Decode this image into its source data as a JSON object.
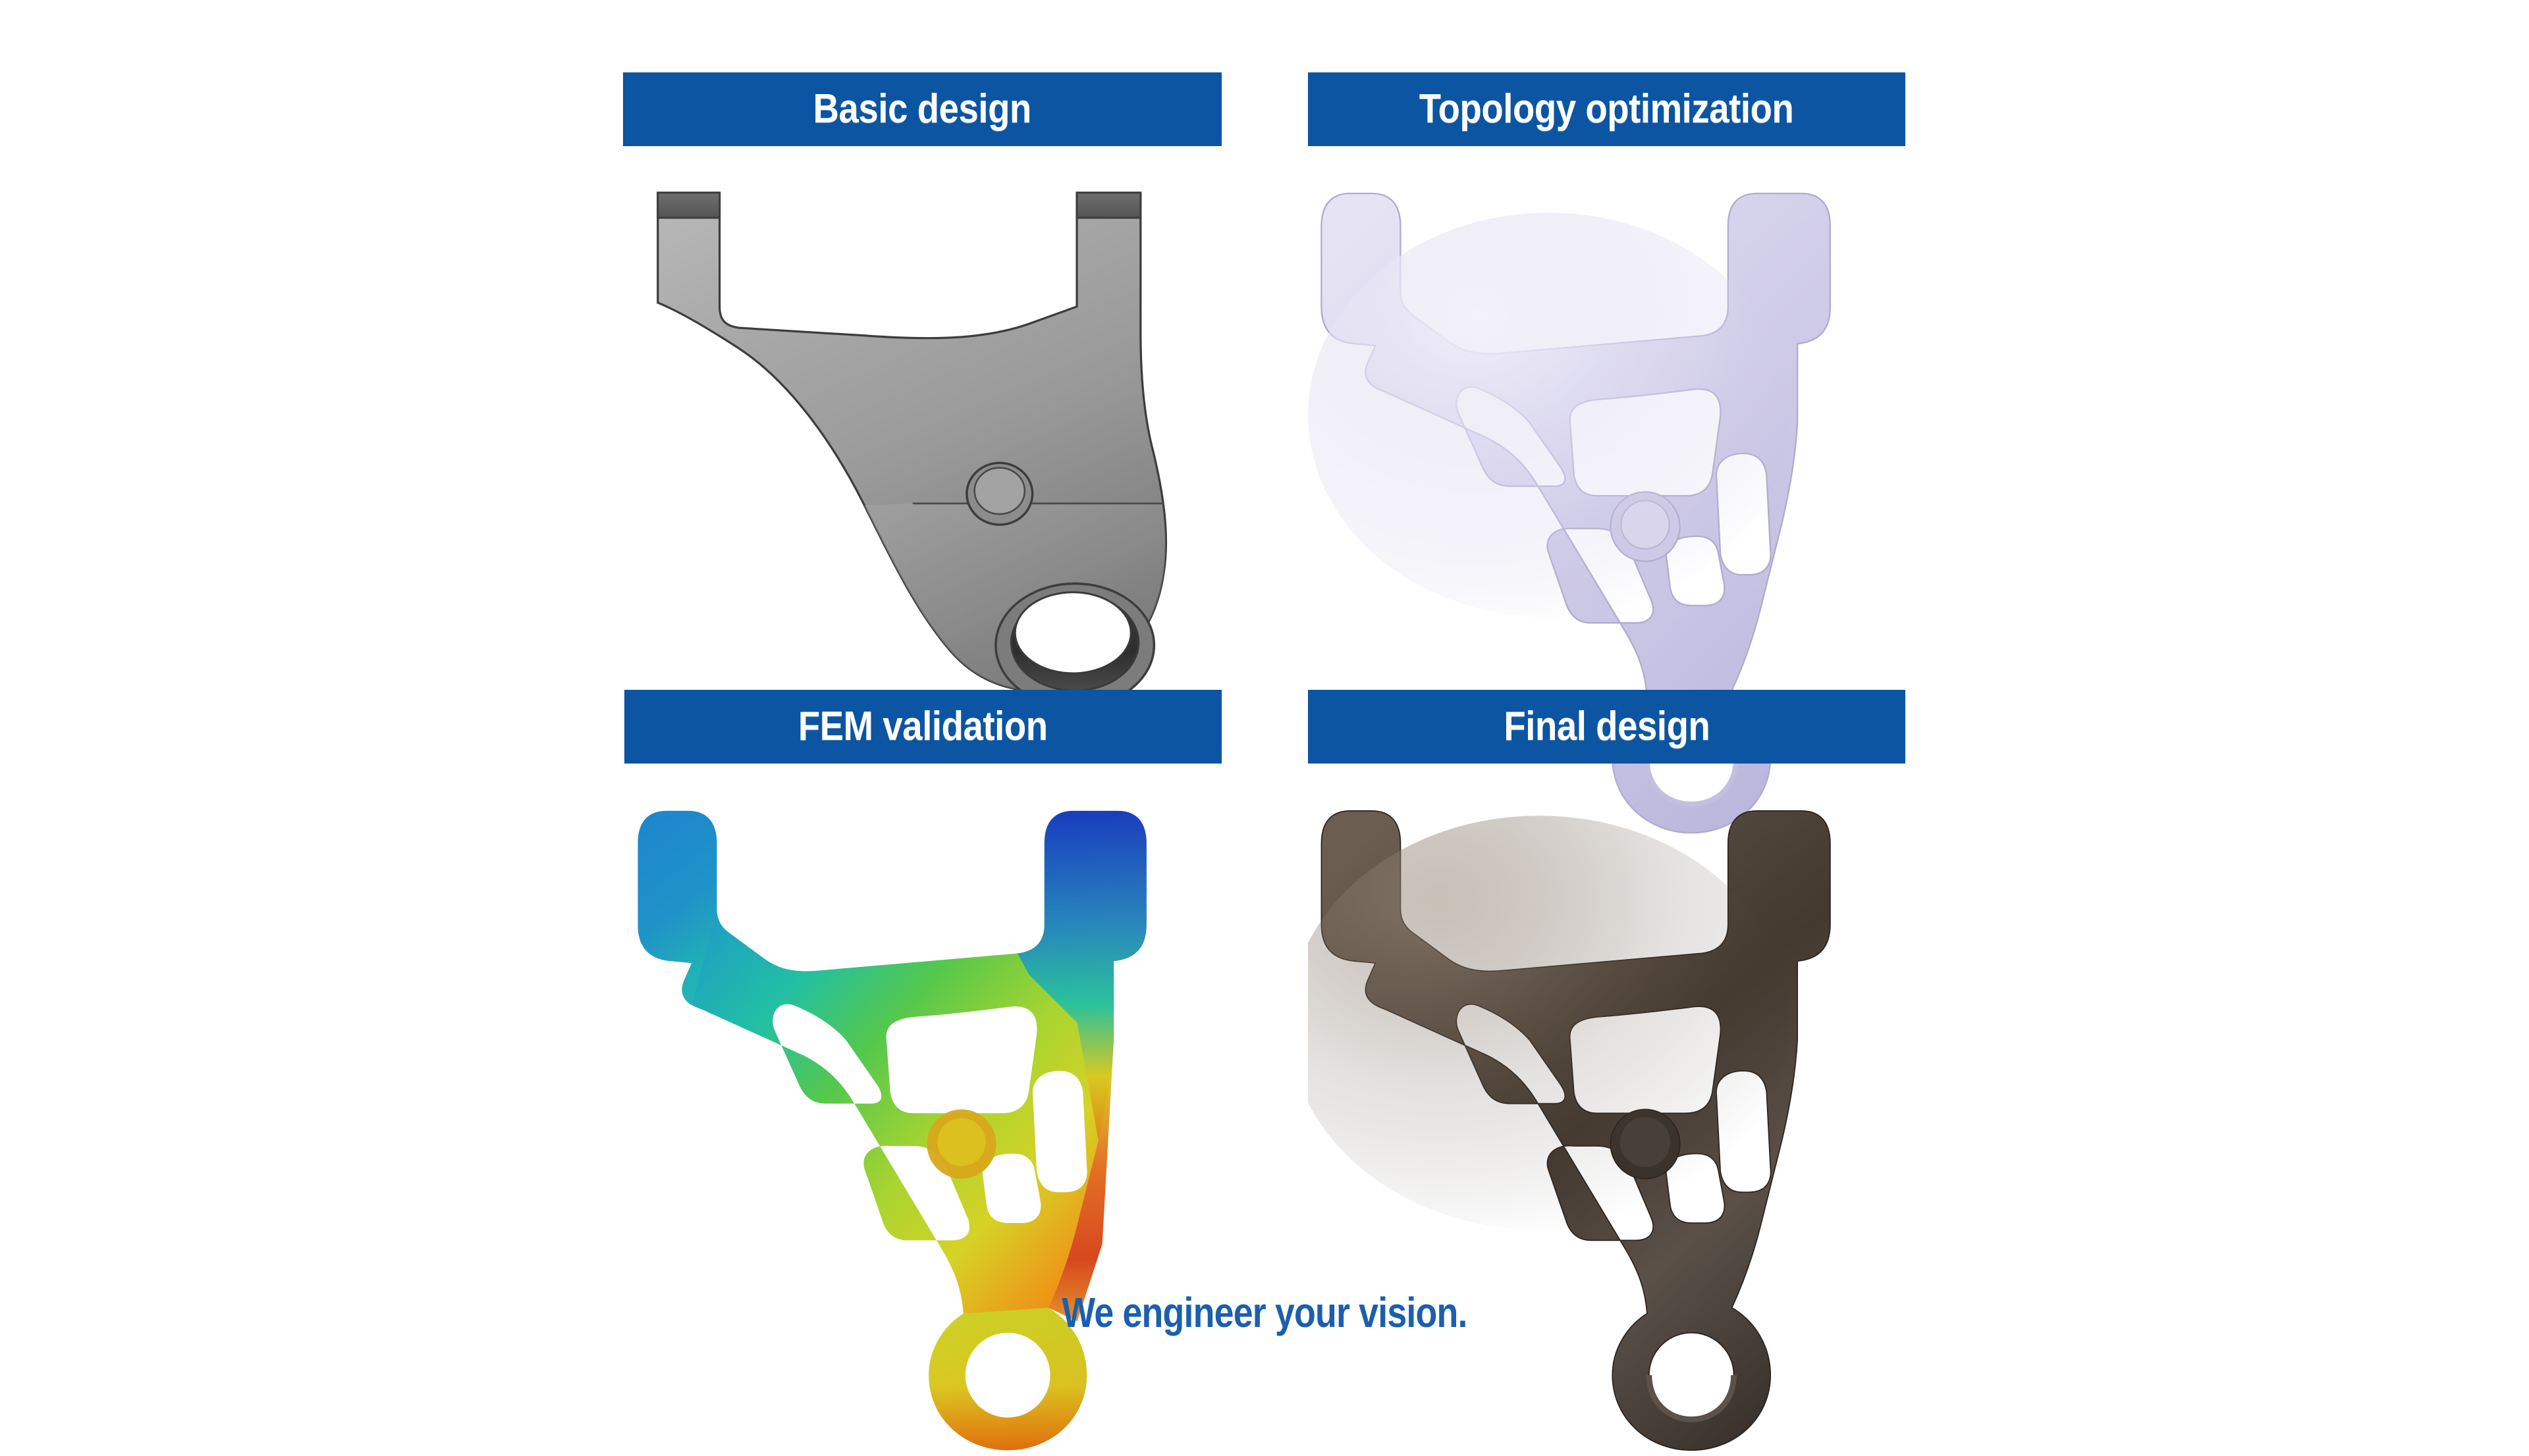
{
  "meta": {
    "background_color": "#ffffff",
    "accent_blue": "#0b55a2",
    "tagline_blue": "#1b5fae"
  },
  "panels": [
    {
      "id": "basic",
      "title": "Basic design",
      "render_style": "solid-gray-cad",
      "body_color": "#9a9a9a",
      "edge_color": "#3d3d3d"
    },
    {
      "id": "topology",
      "title": "Topology optimization",
      "render_style": "lavender-lattice",
      "body_color": "#d4d2ea",
      "edge_color": "#b5b2d6"
    },
    {
      "id": "fem",
      "title": "FEM validation",
      "render_style": "rainbow-stress-map",
      "colors": {
        "min": "#1a3fd0",
        "low": "#1a86c8",
        "mid_low": "#18bca8",
        "mid": "#62c93e",
        "mid_high": "#c8d72a",
        "high": "#ee8c16",
        "max": "#d8380d"
      }
    },
    {
      "id": "final",
      "title": "Final design",
      "render_style": "dark-bronze-cast",
      "body_color": "#4a4038",
      "edge_color": "#2a241f"
    }
  ],
  "tagline": {
    "text": "We engineer your vision."
  }
}
